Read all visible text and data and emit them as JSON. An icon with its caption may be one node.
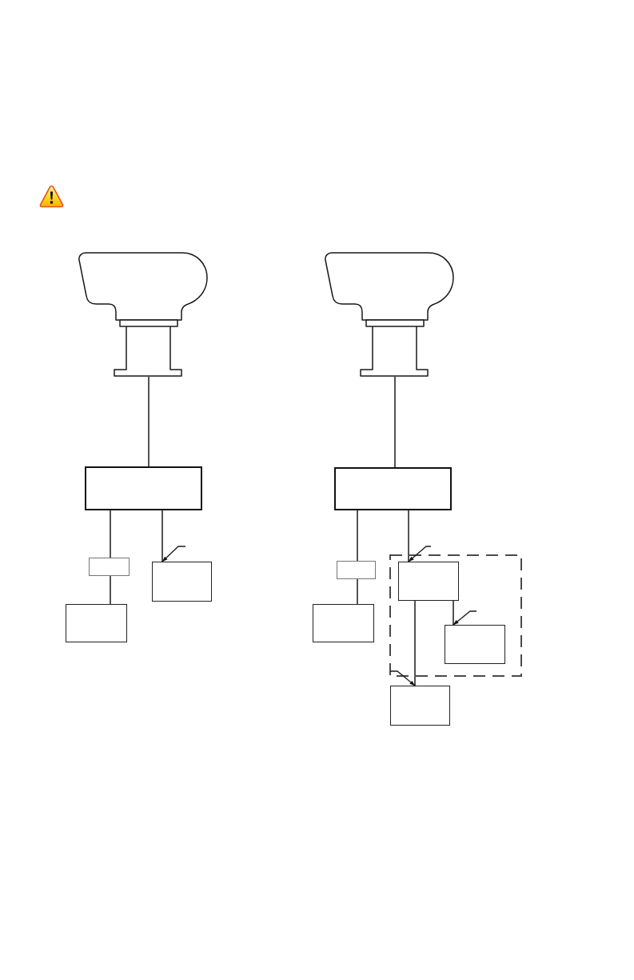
{
  "diagram": {
    "nodes": [
      {
        "text": [],
        "shape": "device"
      },
      {
        "text": [],
        "shape": "device"
      },
      {
        "text": [],
        "shape": "box"
      },
      {
        "text": [],
        "shape": "box"
      },
      {
        "text": [],
        "shape": "box"
      },
      {
        "text": [],
        "shape": "box"
      },
      {
        "text": [],
        "shape": "box"
      },
      {
        "text": [],
        "shape": "box"
      },
      {
        "text": [],
        "shape": "box",
        "in": 7
      },
      {
        "text": [],
        "shape": "box",
        "in": 7
      },
      {
        "text": [],
        "shape": "box"
      },
      {
        "text": [],
        "shape": "box"
      },
      {
        "text": [],
        "shape": "box"
      }
    ],
    "edges": [
      {
        "from": 0,
        "to": 2,
        "arrow": "none"
      },
      {
        "from": 1,
        "to": 3,
        "arrow": "none"
      },
      {
        "from": 2,
        "to": 4,
        "arrow": "none"
      },
      {
        "from": 2,
        "to": 5,
        "arrow": "none"
      },
      {
        "from": null,
        "to": 5,
        "arrow": "to"
      },
      {
        "from": 3,
        "to": 6,
        "arrow": "none"
      },
      {
        "from": 3,
        "to": 8,
        "arrow": "none"
      },
      {
        "from": null,
        "to": 8,
        "arrow": "to"
      },
      {
        "from": 4,
        "to": 10,
        "arrow": "none"
      },
      {
        "from": 6,
        "to": 11,
        "arrow": "none"
      },
      {
        "from": 8,
        "to": 9,
        "arrow": "none"
      },
      {
        "from": null,
        "to": 9,
        "arrow": "to"
      },
      {
        "from": 8,
        "to": 12,
        "arrow": "none"
      },
      {
        "from": 7,
        "to": 12,
        "arrow": "to"
      }
    ]
  }
}
